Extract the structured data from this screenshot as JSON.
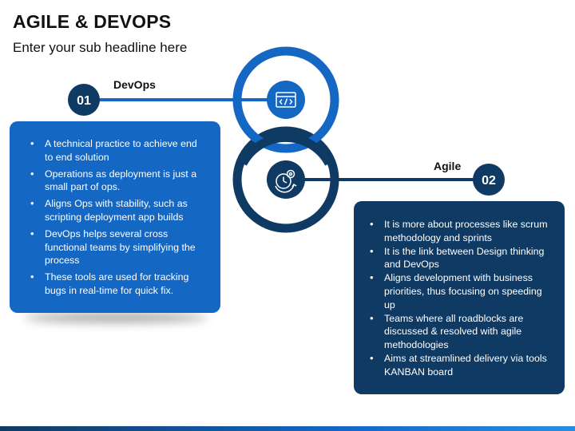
{
  "header": {
    "title": "AGILE & DEVOPS",
    "subtitle": "Enter your sub headline here"
  },
  "devops": {
    "number": "01",
    "label": "DevOps",
    "icon": "code-window-icon",
    "color": "#1567c4",
    "points": [
      "A technical practice to achieve end to end solution",
      "Operations as deployment is just a small part of ops.",
      "Aligns Ops with stability, such as scripting deployment app builds",
      "DevOps helps several cross functional teams by simplifying the process",
      "These tools are used for tracking bugs in real-time for quick fix."
    ]
  },
  "agile": {
    "number": "02",
    "label": "Agile",
    "icon": "gear-clock-icon",
    "color": "#0f3a64",
    "points": [
      "It is more about processes like scrum methodology and sprints",
      "It is the link between Design thinking and DevOps",
      "Aligns development with business priorities, thus focusing on speeding up",
      "Teams where all roadblocks are discussed & resolved with agile methodologies",
      "Aims at streamlined delivery via tools KANBAN board"
    ]
  }
}
